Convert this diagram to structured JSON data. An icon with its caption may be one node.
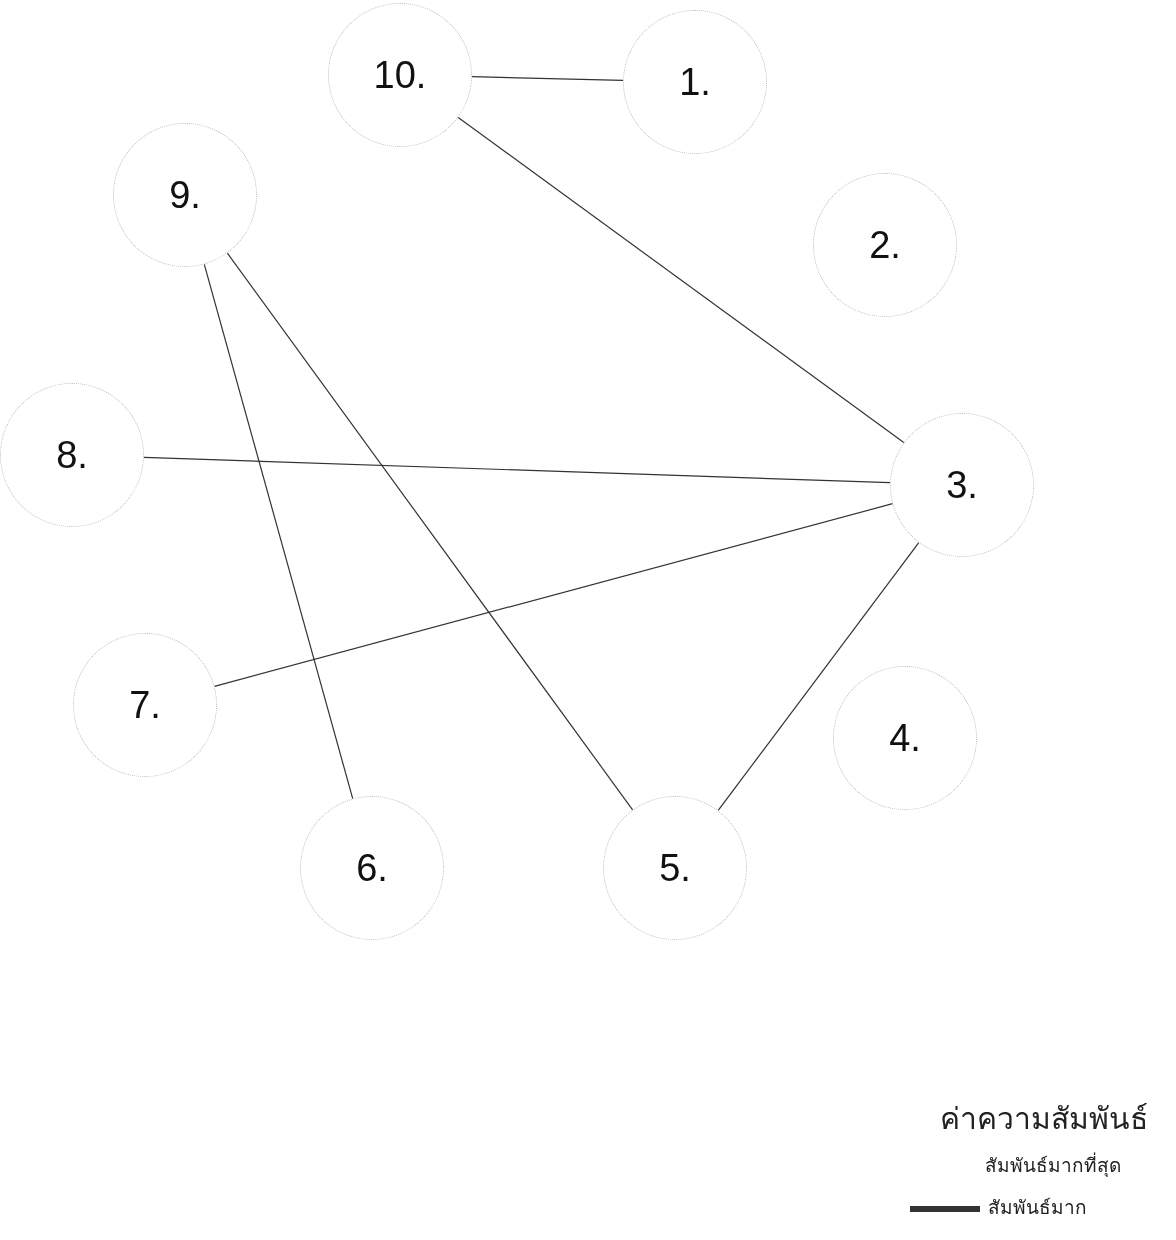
{
  "diagram": {
    "nodes": [
      {
        "text": [
          "1."
        ]
      },
      {
        "text": [
          "2."
        ]
      },
      {
        "text": [
          "3."
        ]
      },
      {
        "text": [
          "4."
        ]
      },
      {
        "text": [
          "5."
        ]
      },
      {
        "text": [
          "6."
        ]
      },
      {
        "text": [
          "7."
        ]
      },
      {
        "text": [
          "8."
        ]
      },
      {
        "text": [
          "9."
        ]
      },
      {
        "text": [
          "10."
        ]
      }
    ],
    "edges": [
      {
        "from": 9,
        "to": 0,
        "arrow": "none"
      },
      {
        "from": 9,
        "to": 2,
        "arrow": "none"
      },
      {
        "from": 8,
        "to": 5,
        "arrow": "none"
      },
      {
        "from": 8,
        "to": 4,
        "arrow": "none"
      },
      {
        "from": 7,
        "to": 2,
        "arrow": "none"
      },
      {
        "from": 6,
        "to": 2,
        "arrow": "none"
      },
      {
        "from": 2,
        "to": 4,
        "arrow": "none"
      }
    ],
    "labels": [
      "ค่าความสัมพันธ์"
    ],
    "legend": [
      {
        "text": "สัมพันธ์มากที่สุด"
      },
      {
        "text": "สัมพันธ์มาก"
      }
    ]
  }
}
